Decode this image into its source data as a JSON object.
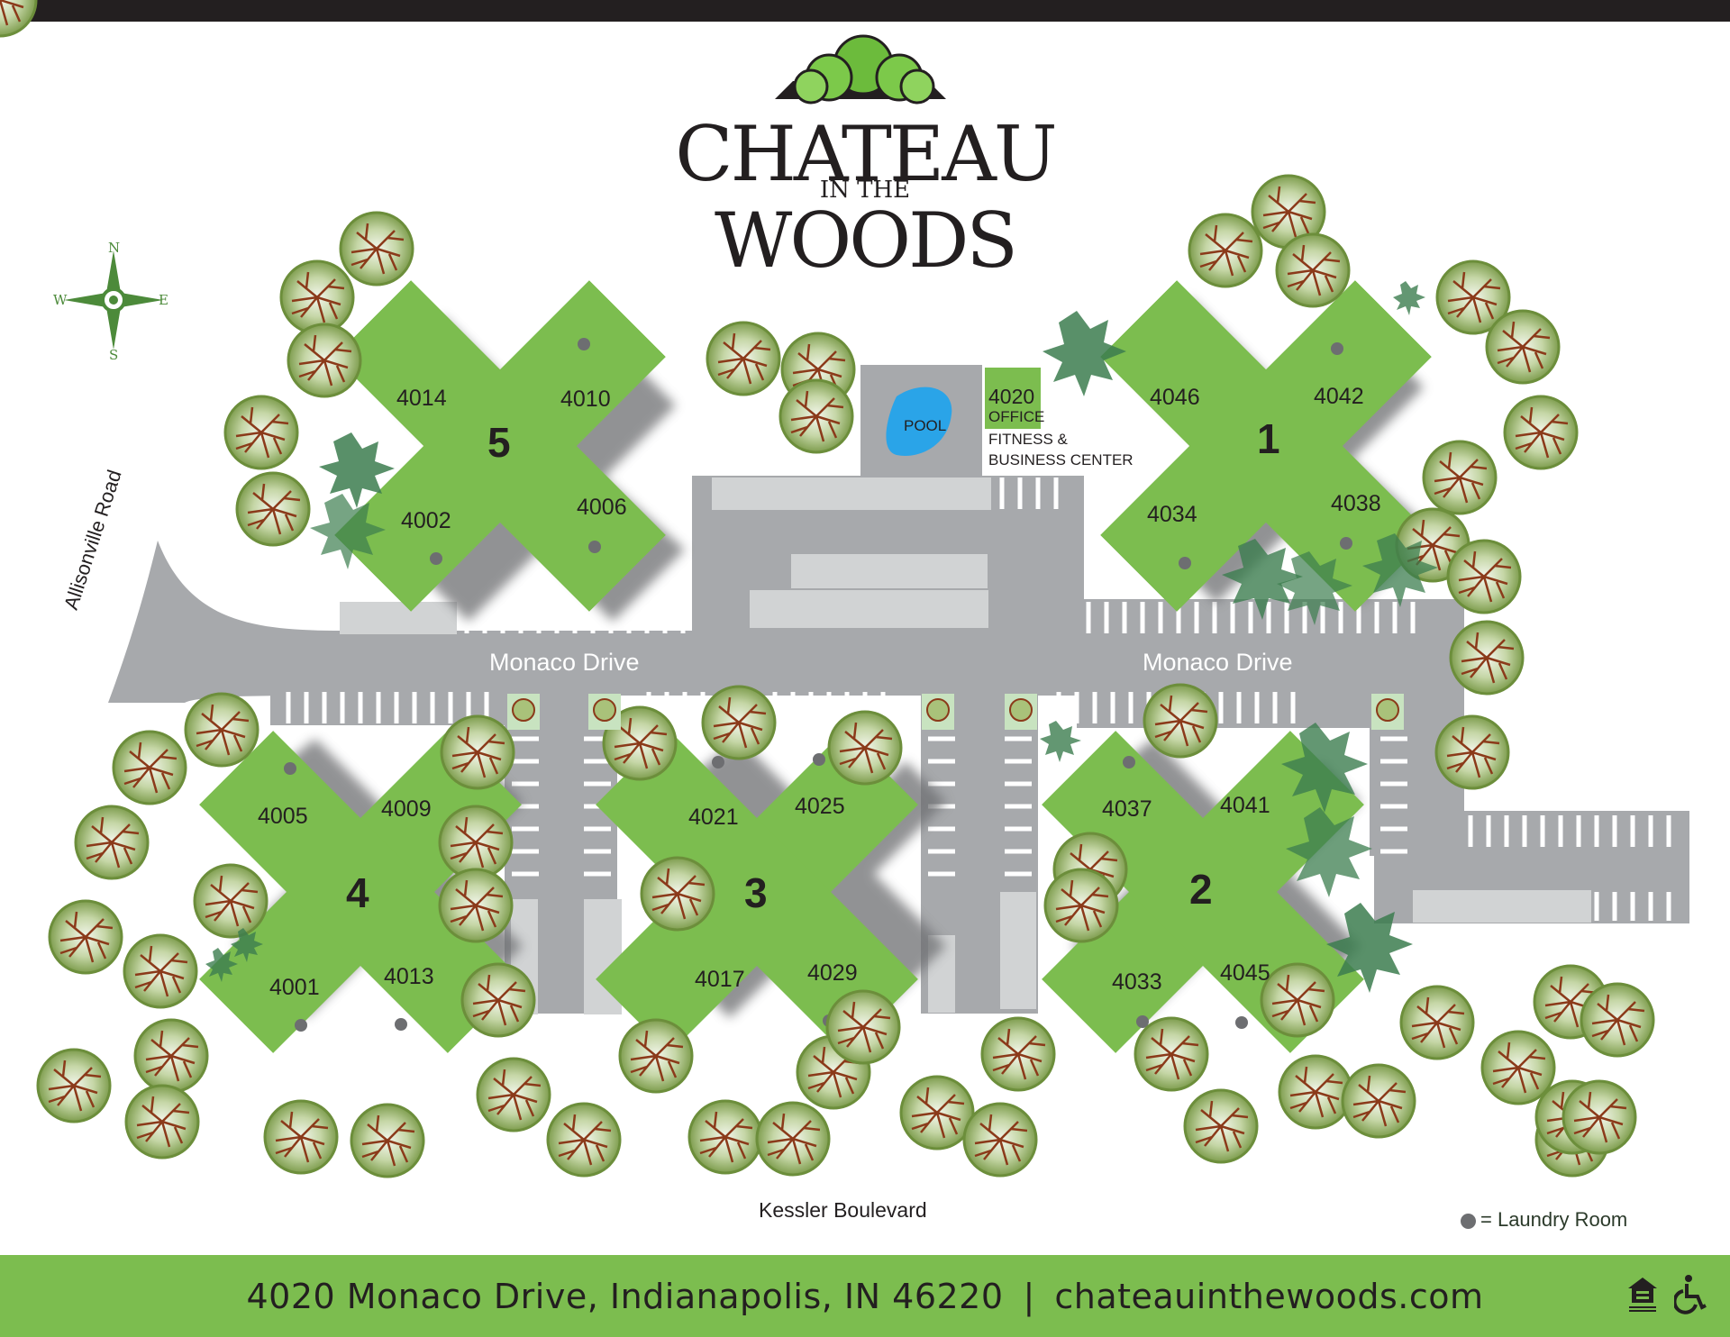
{
  "logo": {
    "line1": "CHATEAU",
    "line2": "IN THE",
    "line3": "WOODS"
  },
  "compass": {
    "north": "N",
    "south": "S",
    "east": "E",
    "west": "W"
  },
  "buildings": [
    {
      "number": "5",
      "units": [
        "4014",
        "4010",
        "4002",
        "4006"
      ]
    },
    {
      "number": "1",
      "units": [
        "4046",
        "4042",
        "4034",
        "4038"
      ]
    },
    {
      "number": "4",
      "units": [
        "4005",
        "4009",
        "4001",
        "4013"
      ]
    },
    {
      "number": "3",
      "units": [
        "4021",
        "4025",
        "4017",
        "4029"
      ]
    },
    {
      "number": "2",
      "units": [
        "4037",
        "4041",
        "4033",
        "4045"
      ]
    }
  ],
  "amenities": {
    "pool": "POOL",
    "office_number": "4020",
    "office": "OFFICE",
    "fitness_line1": "FITNESS &",
    "fitness_line2": "BUSINESS CENTER"
  },
  "roads": {
    "allisonville": "Allisonville Road",
    "monaco_west": "Monaco Drive",
    "monaco_east": "Monaco Drive",
    "kessler": "Kessler Boulevard"
  },
  "legend": {
    "label": "= Laundry Room"
  },
  "footer": {
    "address": "4020 Monaco Drive, Indianapolis, IN 46220",
    "separator": "|",
    "website": "chateauinthewoods.com"
  },
  "icons": {
    "housing": "equal-housing-opportunity-icon",
    "accessibility": "wheelchair-icon"
  },
  "colors": {
    "building": "#7cbd4f",
    "road": "#a7a9ac",
    "footer": "#7cbd4f",
    "tree": "#8fae5a",
    "tree_branch": "#8b3a1a"
  }
}
